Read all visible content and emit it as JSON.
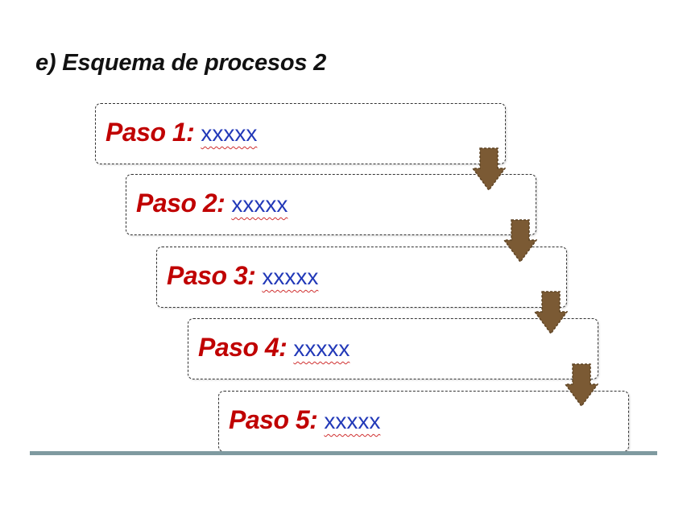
{
  "title": "e) Esquema de procesos 2",
  "steps": [
    {
      "label": "Paso 1:",
      "value": "xxxxx"
    },
    {
      "label": "Paso 2:",
      "value": "xxxxx"
    },
    {
      "label": "Paso 3:",
      "value": "xxxxx"
    },
    {
      "label": "Paso 4:",
      "value": "xxxxx"
    },
    {
      "label": "Paso 5:",
      "value": "xxxxx"
    }
  ],
  "colors": {
    "step_label": "#c00000",
    "step_value": "#2239b8",
    "arrow_fill": "#7b5a34",
    "rule": "#7f9aa0"
  }
}
